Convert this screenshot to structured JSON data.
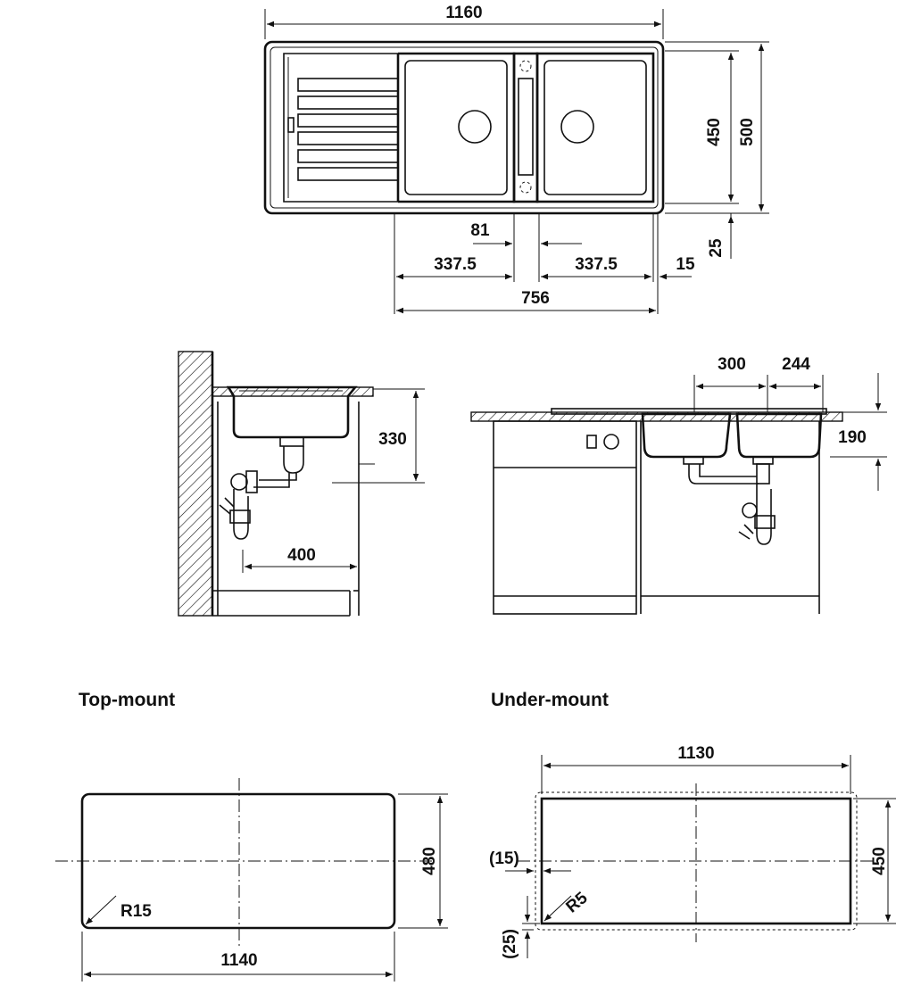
{
  "labels": {
    "top_width": "1160",
    "bowl_gap": "81",
    "bowl_left": "337.5",
    "bowl_right": "337.5",
    "edge_offset": "15",
    "bowls_total": "756",
    "inner_depth": "450",
    "outer_depth": "500",
    "back_offset": "25",
    "side_height": "330",
    "side_400": "400",
    "front_300": "300",
    "front_244": "244",
    "front_190": "190",
    "top_mount_title": "Top-mount",
    "under_mount_title": "Under-mount",
    "cut_tm_height": "480",
    "cut_tm_radius": "R15",
    "cut_tm_width": "1140",
    "cut_um_width": "1130",
    "cut_um_height": "450",
    "cut_um_side": "(15)",
    "cut_um_radius": "R5",
    "cut_um_bottom": "(25)"
  },
  "colors": {
    "line": "#111111",
    "background": "#ffffff"
  }
}
